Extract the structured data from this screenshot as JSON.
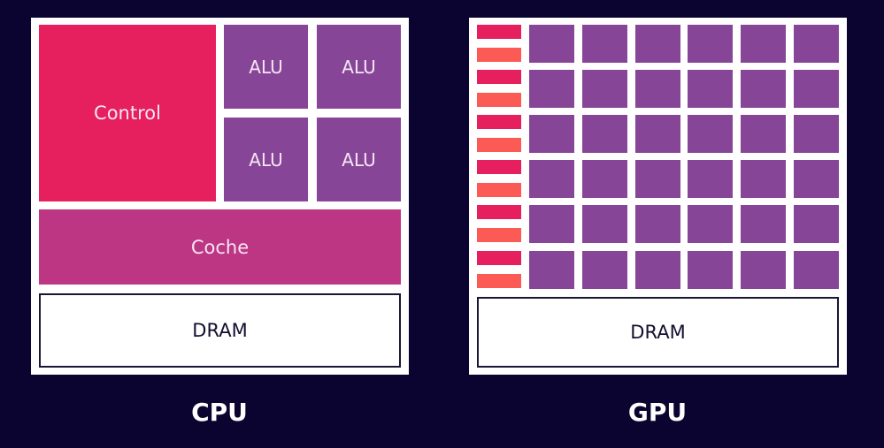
{
  "cpu": {
    "title": "CPU",
    "control_label": "Control",
    "alu_labels": [
      "ALU",
      "ALU",
      "ALU",
      "ALU"
    ],
    "cache_label": "Coche",
    "dram_label": "DRAM"
  },
  "gpu": {
    "title": "GPU",
    "rows": 6,
    "columns": 6,
    "dram_label": "DRAM"
  },
  "colors": {
    "background": "#0b0430",
    "control": "#e61f5f",
    "alu": "#874597",
    "cache": "#bc3683",
    "gpu_control_bar": "#e61f5f",
    "gpu_cache_bar": "#fb5a55",
    "dram_text": "#120f2e"
  }
}
